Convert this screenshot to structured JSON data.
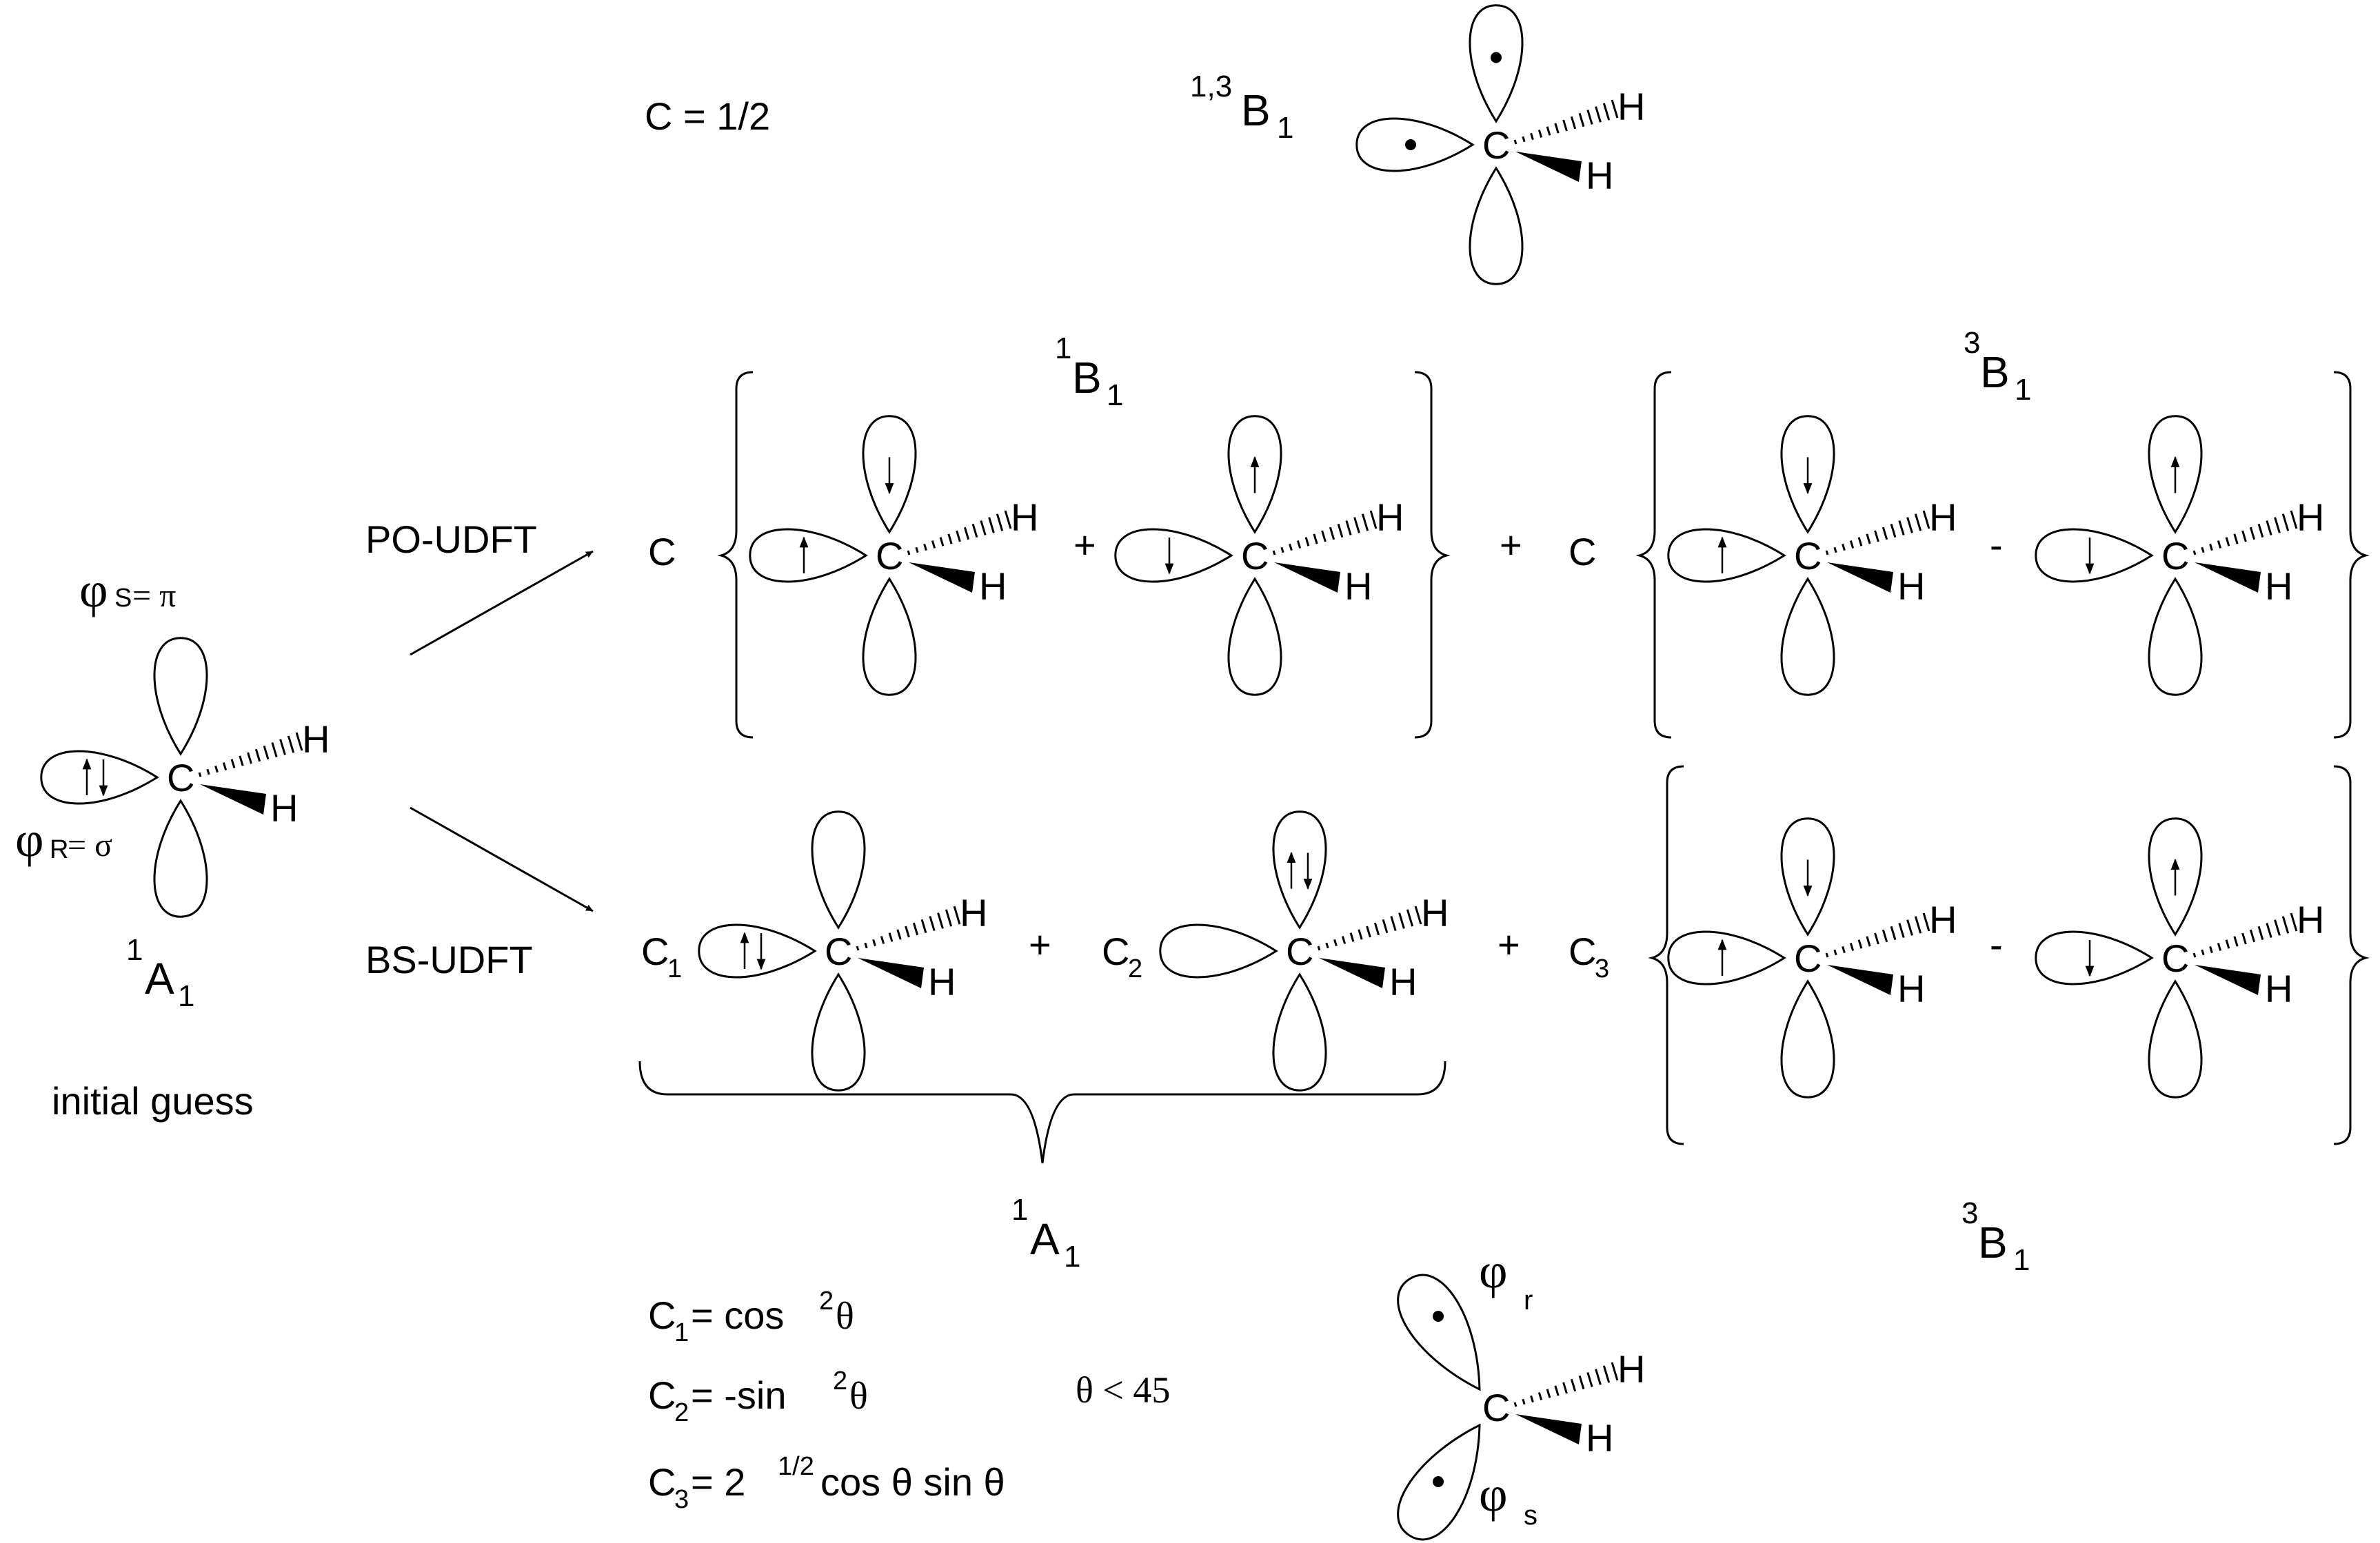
{
  "top": {
    "coef": "C = 1/2",
    "state_base": "B",
    "state_sup": "1,3",
    "state_sub": "1"
  },
  "left": {
    "phi": "φ",
    "phi_s_sub": "S",
    "phi_s_rest": " = π",
    "phi_r_sub": "R",
    "phi_r_rest": " = σ",
    "state_sup": "1",
    "state_base": "A",
    "state_sub": "1",
    "caption": "initial guess"
  },
  "po": {
    "label": "PO-UDFT",
    "coef": "C",
    "plus": "+",
    "minus": "-",
    "singlet_sup": "1",
    "singlet_base": "B",
    "singlet_sub": "1",
    "triplet_sup": "3",
    "triplet_base": "B",
    "triplet_sub": "1"
  },
  "bs": {
    "label": "BS-UDFT",
    "c_base": "C",
    "c1_sub": "1",
    "c2_sub": "2",
    "c3_sub": "3",
    "plus": "+",
    "minus": "-",
    "singlet_sup": "1",
    "singlet_base": "A",
    "singlet_sub": "1",
    "triplet_sup": "3",
    "triplet_base": "B",
    "triplet_sub": "1"
  },
  "equations": {
    "c1_lhs": "C",
    "c1_sub": "1",
    "c1_rhs": " = cos",
    "c1_pow": "2",
    "c1_theta": " θ",
    "c2_lhs": "C",
    "c2_sub": "2",
    "c2_rhs": " = -sin",
    "c2_pow": "2",
    "c2_theta": " θ",
    "c3_lhs": "C",
    "c3_sub": "3",
    "c3_rhs": " = 2",
    "c3_pow": "1/2",
    "c3_tail": " cos θ sin θ",
    "theta_cond": "θ < 45"
  },
  "bottom_mol": {
    "phi": "φ",
    "r": "r",
    "s": "s"
  },
  "atoms": {
    "C": "C",
    "H": "H"
  }
}
